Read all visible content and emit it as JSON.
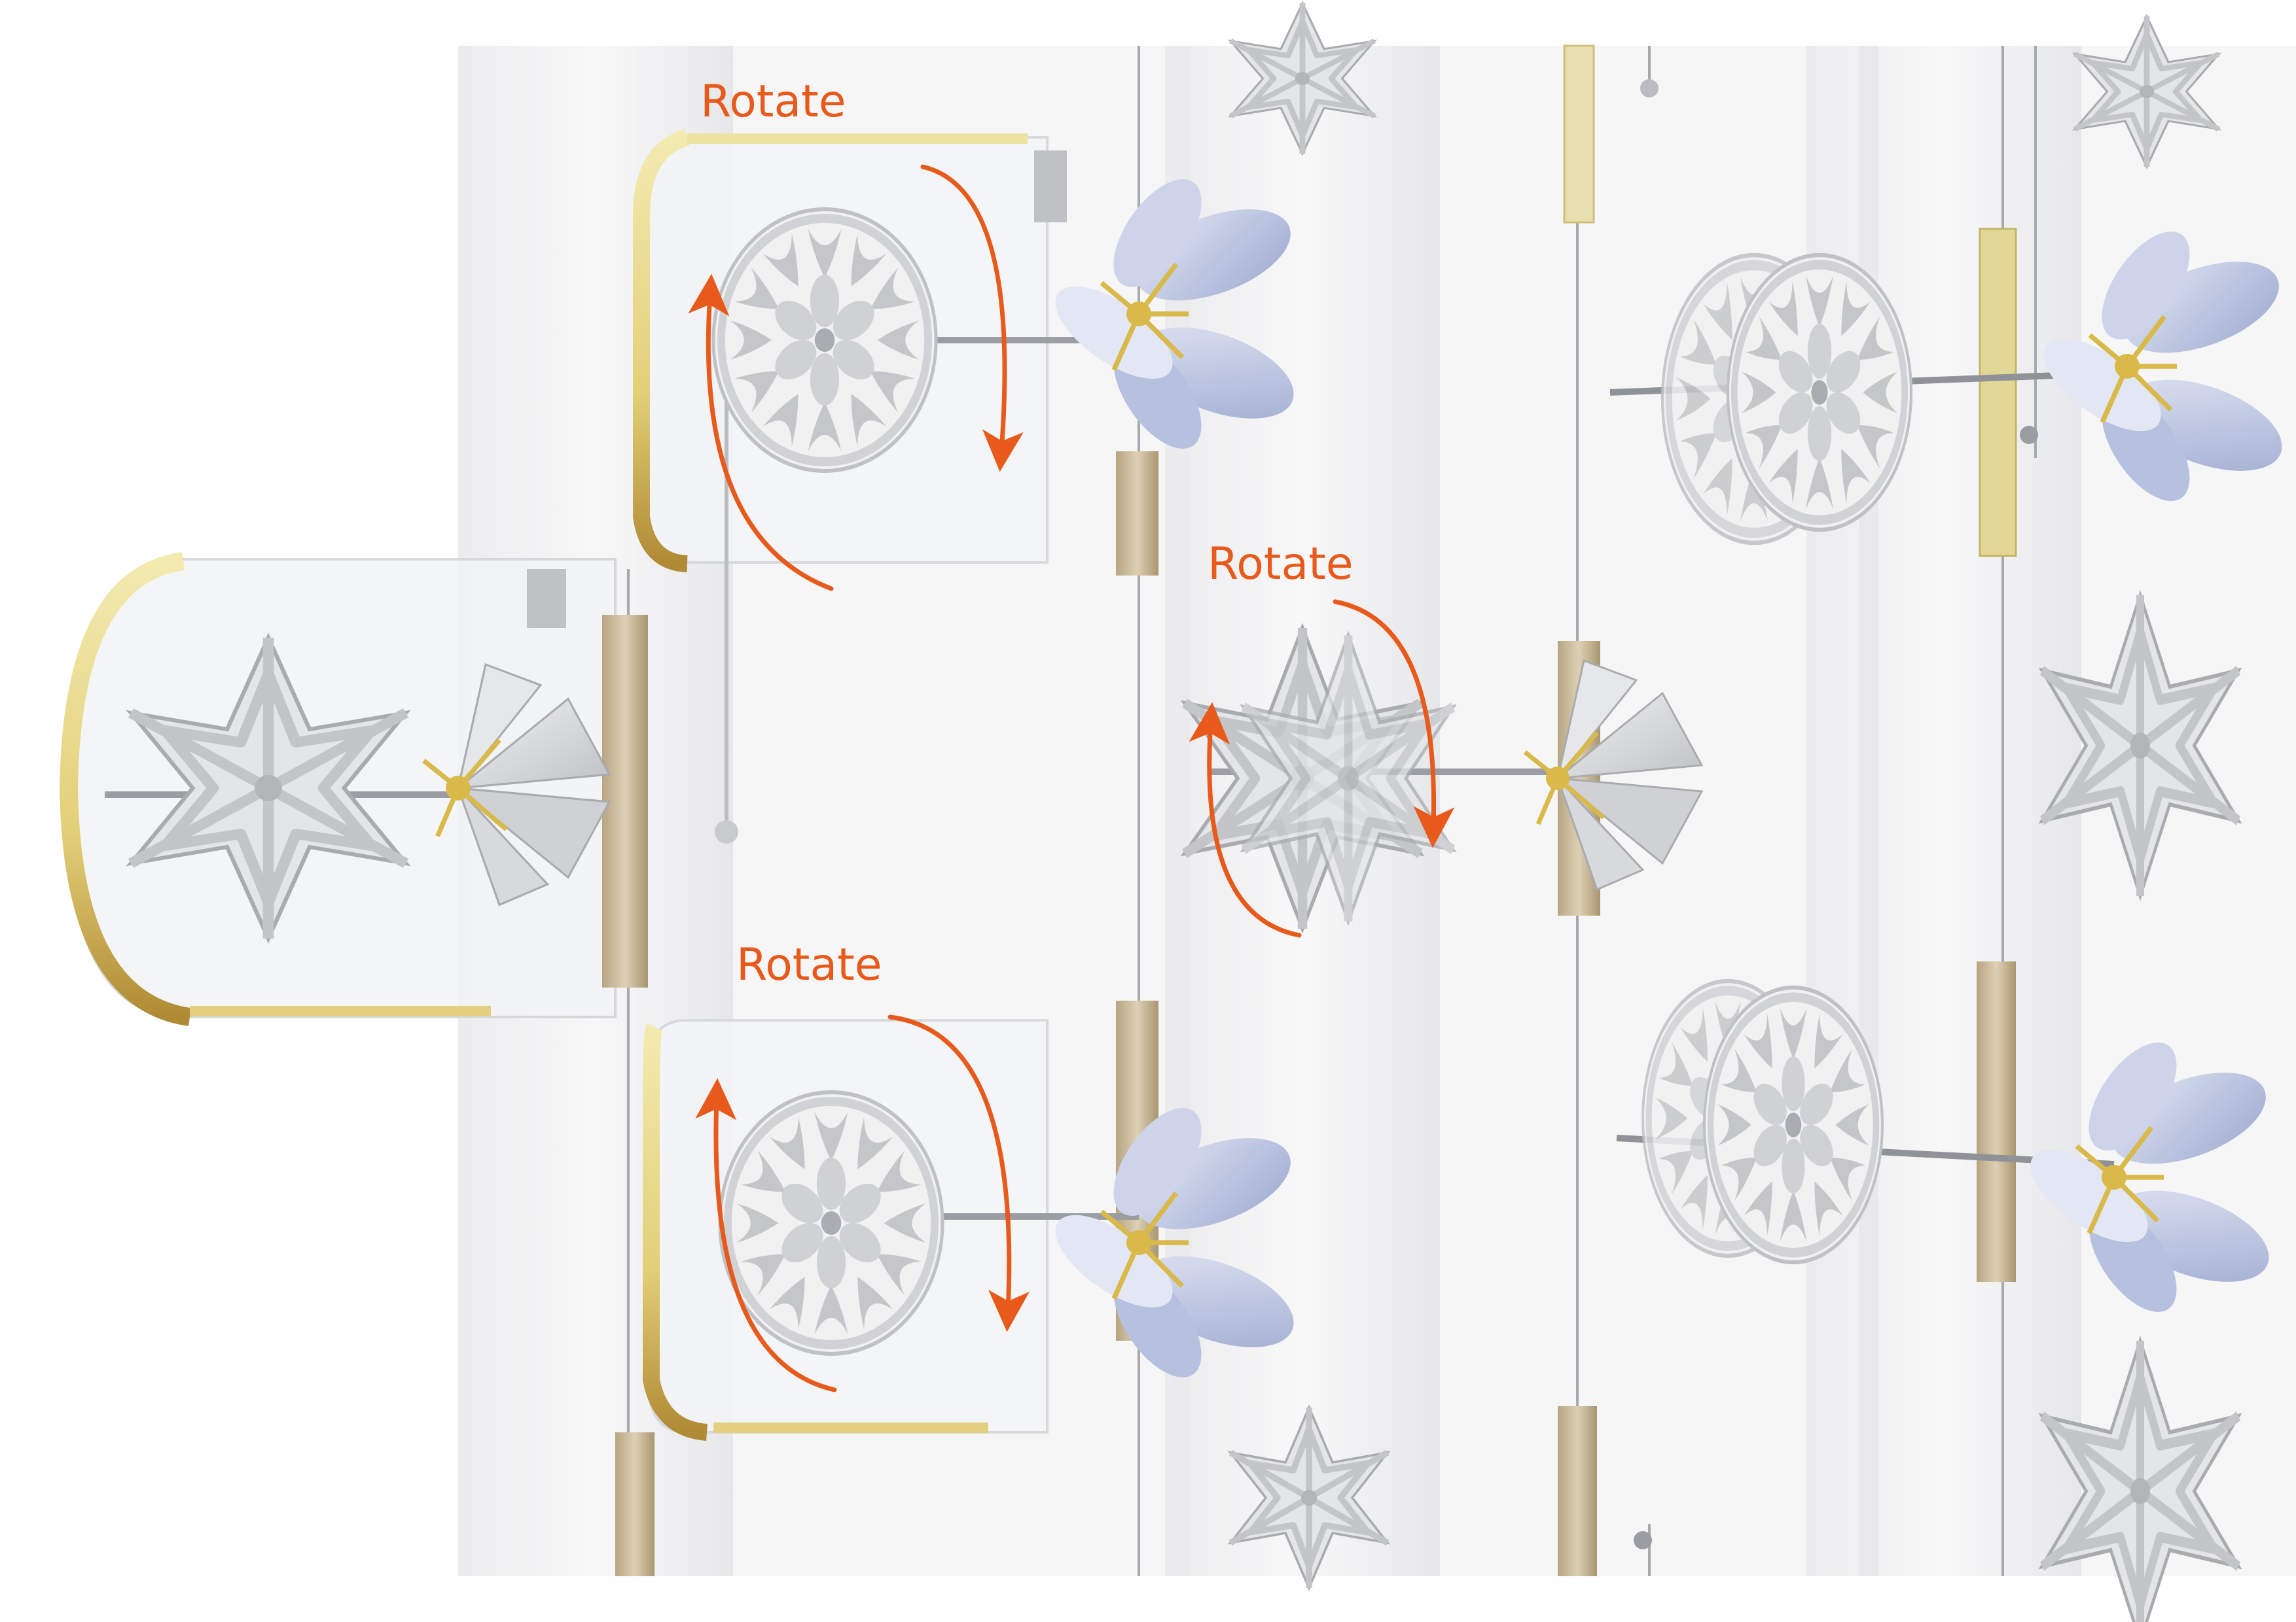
{
  "annotations": {
    "rotate_top": "Rotate",
    "rotate_middle": "Rotate",
    "rotate_bottom": "Rotate"
  },
  "colors": {
    "arrow": "#e85a1c",
    "petal": "#a8b4d6",
    "petal_light": "#d4dbef",
    "lattice": "#c9cbce",
    "lattice_light": "#e9eaec",
    "lattice_dark": "#8d8f93",
    "gold_rim": "#e8dc8a",
    "gold_dark": "#b8953c",
    "brass": "#d9b94a",
    "tube": "#c8b89a",
    "rod": "#9a9da2",
    "panel": "#f2f3f4",
    "background": "#ffffff"
  }
}
